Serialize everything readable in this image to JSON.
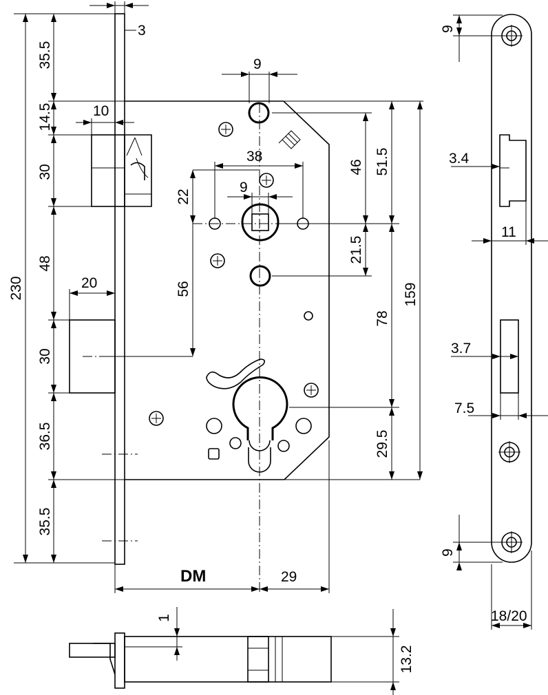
{
  "front_view": {
    "height_total": "230",
    "dims_left": [
      "35.5",
      "14.5",
      "30",
      "48",
      "30",
      "36.5",
      "35.5"
    ],
    "faceplate_thickness": "3",
    "latch_projection": "10",
    "bolt_projection": "20",
    "follower_width": "9",
    "screw_spacing": "38",
    "follower_square": "9",
    "follower_offset": "22",
    "follower_to_bolt": "56",
    "dim_46": "46",
    "dim_51_5": "51.5",
    "dim_21_5": "21.5",
    "dim_78": "78",
    "dim_159": "159",
    "dim_29_5": "29.5",
    "backset_label": "DM",
    "cylinder_offset": "29"
  },
  "side_view": {
    "top_hole_offset": "9",
    "latch_offset": "3.4",
    "latch_width": "11",
    "bolt_offset": "3.7",
    "bolt_width": "7.5",
    "bottom_hole_offset": "9",
    "faceplate_width": "18/20"
  },
  "bottom_view": {
    "plate_thickness": "1",
    "case_depth": "13.2"
  }
}
